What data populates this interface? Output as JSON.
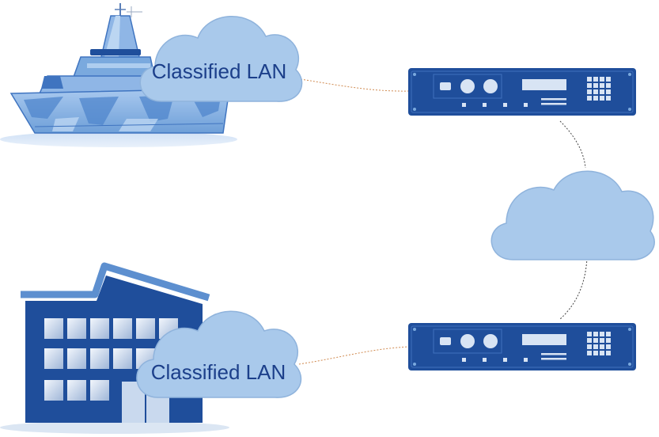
{
  "diagram": {
    "nodes": {
      "ship": {
        "kind": "ship-icon"
      },
      "building": {
        "kind": "building-icon"
      },
      "ship_lan": {
        "kind": "cloud-icon",
        "label": "Classified LAN"
      },
      "building_lan": {
        "kind": "cloud-icon",
        "label": "Classified LAN"
      },
      "wan_cloud": {
        "kind": "cloud-icon",
        "label": ""
      },
      "device_top": {
        "kind": "rack-encryptor-icon"
      },
      "device_bottom": {
        "kind": "rack-encryptor-icon"
      }
    },
    "edges": [
      {
        "from": "ship_lan",
        "to": "device_top",
        "style": "dotted"
      },
      {
        "from": "building_lan",
        "to": "device_bottom",
        "style": "dotted"
      },
      {
        "from": "device_top",
        "to": "wan_cloud",
        "style": "dotted"
      },
      {
        "from": "wan_cloud",
        "to": "device_bottom",
        "style": "dotted"
      }
    ],
    "colors": {
      "navy": "#1f4e9b",
      "cloud_fill": "#a9c9eb",
      "cloud_stroke": "#8fb3dc",
      "label": "#1c3f8a",
      "ship_light": "#bcd6f2",
      "ship_mid": "#7aa9de",
      "ship_dark": "#3f74c0",
      "link_lan": "#d08a50",
      "link_wan": "#444444"
    }
  }
}
